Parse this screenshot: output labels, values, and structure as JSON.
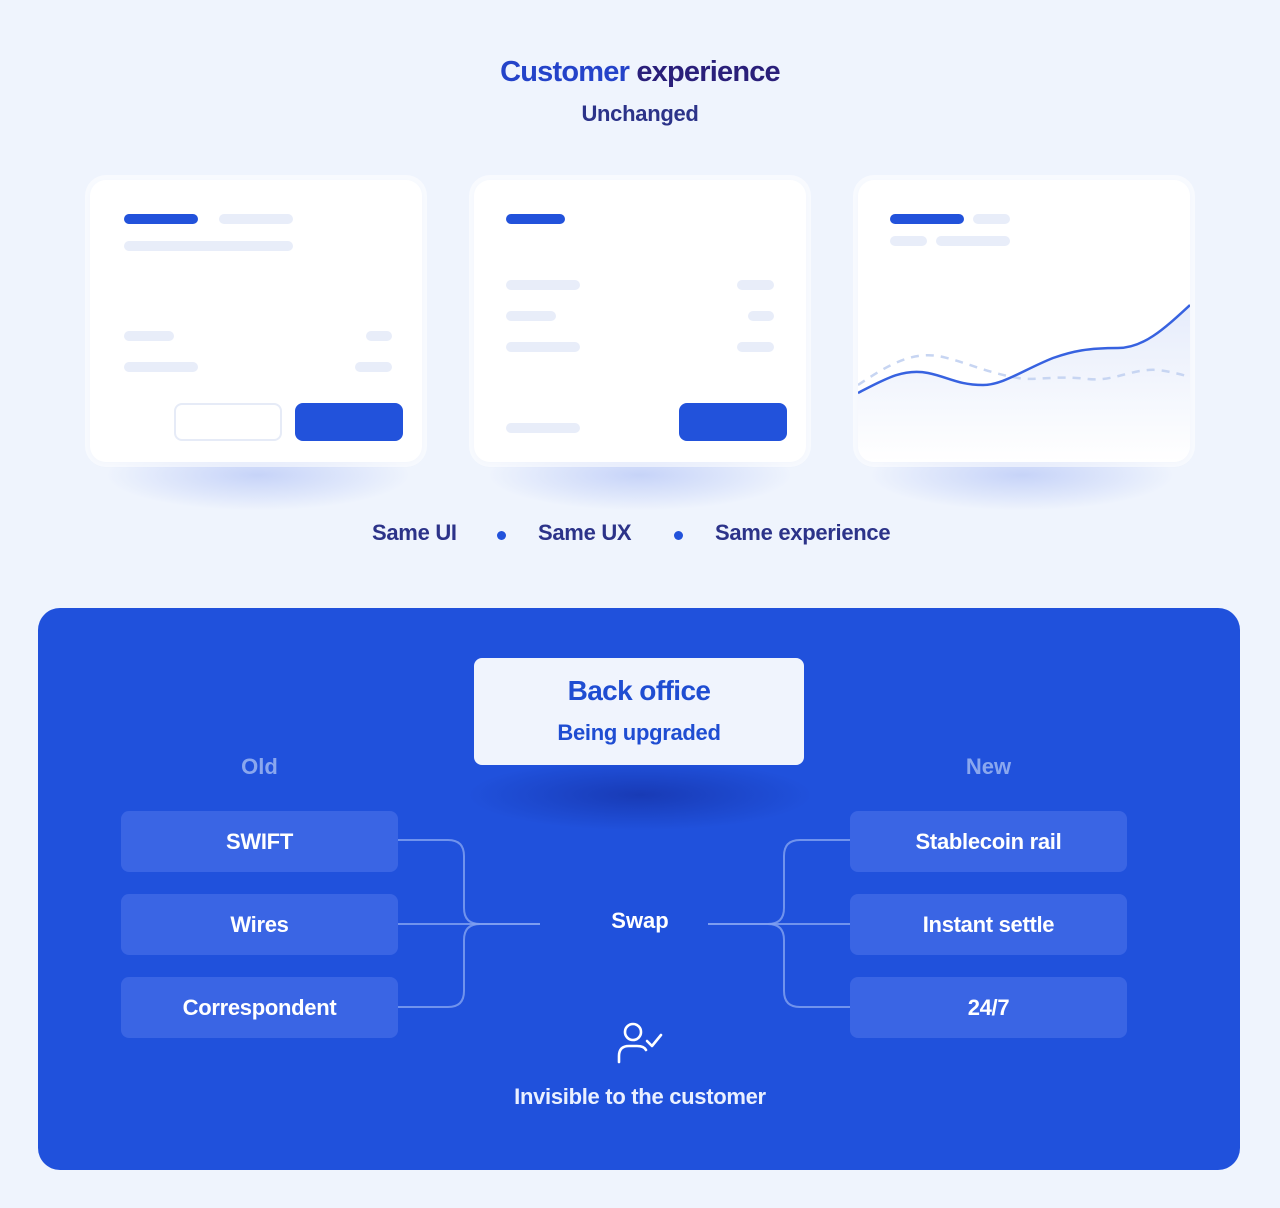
{
  "header": {
    "title_word1": "Customer",
    "title_word2": "experience",
    "subtitle": "Unchanged"
  },
  "taglines": [
    "Same UI",
    "Same UX",
    "Same experience"
  ],
  "back_office": {
    "title": "Back office",
    "subtitle": "Being upgraded"
  },
  "old": {
    "label": "Old",
    "items": [
      "SWIFT",
      "Wires",
      "Correspondent"
    ]
  },
  "new": {
    "label": "New",
    "items": [
      "Stablecoin rail",
      "Instant settle",
      "24/7"
    ]
  },
  "swap_label": "Swap",
  "footer_caption": "Invisible to the customer",
  "colors": {
    "accent": "#2252db",
    "panel": "#2051dc",
    "rail_box": "#3a65e4",
    "title_blue": "#2443c9",
    "title_dark": "#2a1f7a",
    "text_navy": "#2c3389",
    "muted_label": "#8aa7ee",
    "skeleton": "#e8edf9"
  },
  "icons": [
    "user-check-icon"
  ]
}
